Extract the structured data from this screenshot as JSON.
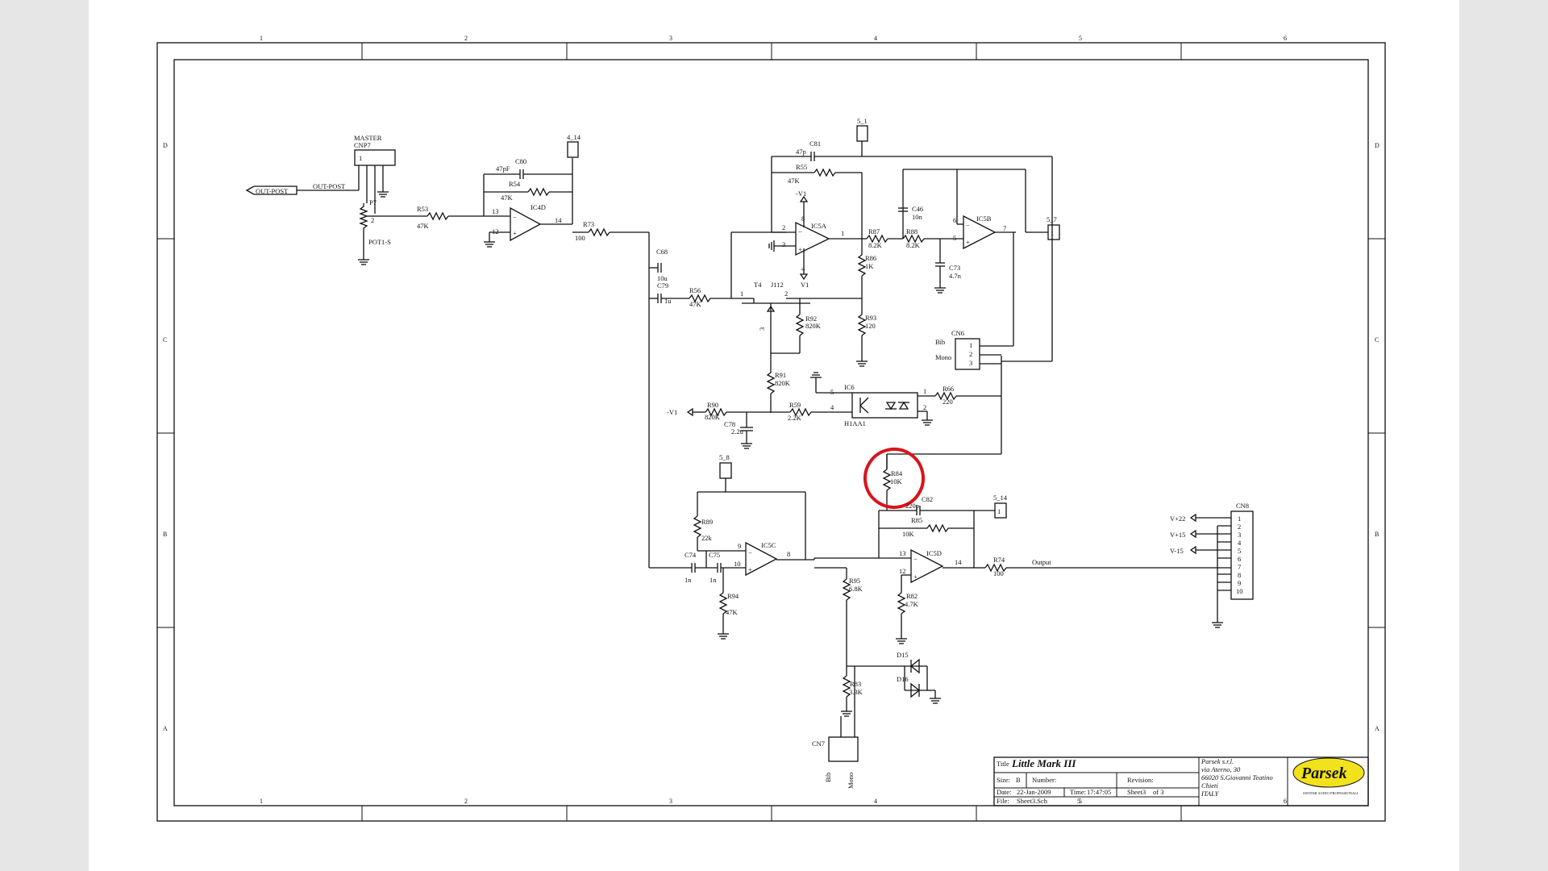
{
  "schematic": {
    "title_label": "Title",
    "title": "Little Mark III",
    "size_label": "Size:",
    "size": "B",
    "number_label": "Number:",
    "revision_label": "Revision:",
    "date_label": "Date:",
    "date": "22-Jan-2009",
    "time_label": "Time:",
    "time": "17:47:05",
    "sheet_label": "Sheet3",
    "sheet_of": "of 3",
    "file_label": "File:",
    "file": "Sheet3.Sch",
    "company": [
      "Parsek s.r.l.",
      "via Aterno, 30",
      "66020 S.Giovanni Teatino",
      "Chieti",
      "ITALY"
    ],
    "logo_text": "Parsek",
    "logo_tagline": "SISTEMI AUDIO PROFESSIONALI",
    "grid_columns": [
      "1",
      "2",
      "3",
      "4",
      "5",
      "6"
    ],
    "grid_rows": [
      "D",
      "C",
      "B",
      "A"
    ]
  },
  "labels": {
    "master": "MASTER",
    "cnp7": "CNP7",
    "out_post_port": "OUT-POST",
    "out_post_net": "OUT-POST",
    "p7": "P7",
    "pot": "POT1-S",
    "r53": "R53",
    "r53v": "47K",
    "ic4d": "IC4D",
    "ic4d_p13": "13",
    "ic4d_p12": "12",
    "ic4d_p14": "14",
    "c80": "C80",
    "c80v": "47pF",
    "r54": "R54",
    "r54v": "47K",
    "r73": "R73",
    "r73v": "100",
    "port_414": "4_14",
    "c68": "C68",
    "c68v": "10u",
    "c79": "C79",
    "c79v": "1u",
    "r56": "R56",
    "r56v": "47K",
    "t4": "T4",
    "j112": "J112",
    "r92": "R92",
    "r92v": "820K",
    "r91": "R91",
    "r91v": "820K",
    "r90": "R90",
    "r90v": "820K",
    "c78": "C78",
    "c78v": "2.2u",
    "r59": "R59",
    "r59v": "2.2K",
    "v1neg": "-V1",
    "c81": "C81",
    "c81v": "47p",
    "r55": "R55",
    "r55v": "47K",
    "ic5a": "IC5A",
    "v1": "V1",
    "v1n": "-V1",
    "port_51": "5_1",
    "r87": "R87",
    "r87v": "8.2K",
    "r88": "R88",
    "r88v": "8.2K",
    "r86": "R86",
    "r86v": "1K",
    "r93": "R93",
    "r93v": "120",
    "c46": "C46",
    "c46v": "10n",
    "c73": "C73",
    "c73v": "4.7n",
    "ic5b": "IC5B",
    "port_57": "5_7",
    "cn6": "CN6",
    "bib": "Bib",
    "mono": "Mono",
    "ic6": "IC6",
    "h1aa1": "H1AA1",
    "r66": "R66",
    "r66v": "220",
    "port_58": "5_8",
    "r89": "R89",
    "r89v": "22k",
    "ic5c": "IC5C",
    "c74": "C74",
    "c74v": "1n",
    "c75": "C75",
    "c75v": "1n",
    "r94": "R94",
    "r94v": "47K",
    "r84": "R84",
    "r84v": "10K",
    "c82": "C82",
    "c82v": "220p",
    "r85": "R85",
    "r85v": "10K",
    "ic5d": "IC5D",
    "port_514": "5_14",
    "r74": "R74",
    "r74v": "100",
    "output": "Output",
    "r95": "R95",
    "r95v": "6.8K",
    "r82": "R82",
    "r82v": "4.7K",
    "d15": "D15",
    "d16": "D16",
    "r83": "R83",
    "r83v": "3.3K",
    "cn7": "CN7",
    "bib2": "Bib",
    "mono2": "Mono",
    "cn8": "CN8",
    "vp22": "V+22",
    "vp15": "V+15",
    "vm15": "V-15",
    "cn8_pins": [
      "1",
      "2",
      "3",
      "4",
      "5",
      "6",
      "7",
      "8",
      "9",
      "10"
    ],
    "one": "1"
  },
  "highlight": {
    "target": "R84 10K",
    "color": "#d9141b"
  }
}
